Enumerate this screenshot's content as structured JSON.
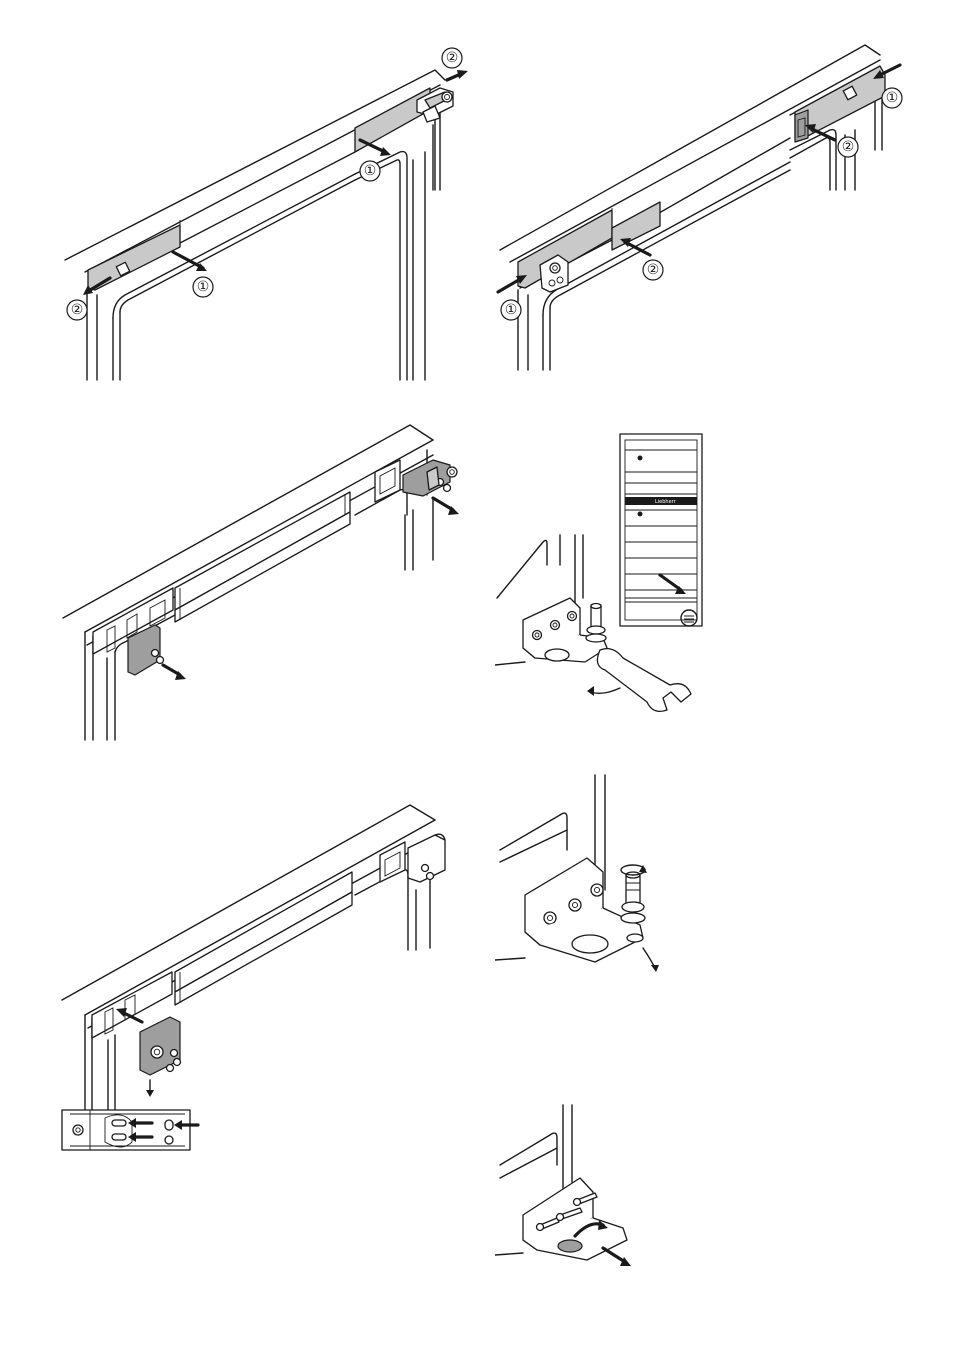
{
  "steps": {
    "step1": {
      "callouts": [
        "②",
        "①",
        "①",
        "②"
      ]
    },
    "step2": {
      "callouts": [
        "①",
        "②",
        "②",
        "①"
      ]
    },
    "appliance_badge": "Liebherr"
  },
  "colors": {
    "line": "#1a1a1a",
    "cover_grey": "#c9c9c9",
    "dark_grey": "#9e9e9e",
    "background": "#ffffff"
  }
}
